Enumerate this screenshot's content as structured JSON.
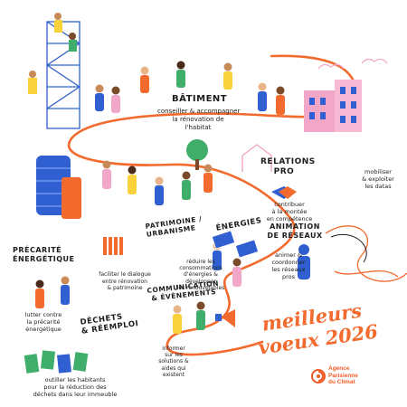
{
  "colors": {
    "path": "#f26a2e",
    "blue": "#2f5fd0",
    "pink": "#f3a7c8",
    "yellow": "#f7d23a",
    "green": "#3fae6a",
    "ink": "#1c1c1c",
    "brand": "#f05a28"
  },
  "sections": {
    "batiment": {
      "title": "BÂTIMENT",
      "desc": [
        "conseiller & accompagner",
        "la rénovation de",
        "l'habitat"
      ]
    },
    "relations": {
      "title": [
        "RELATIONS",
        "PRO"
      ],
      "desc": [
        "contribuer",
        "à la montée",
        "en compétence"
      ]
    },
    "mobiliser": {
      "desc": [
        "mobiliser",
        "& exploiter",
        "les datas"
      ]
    },
    "patrimoine": {
      "title": [
        "PATRIMOINE /",
        "URBANISME"
      ],
      "desc": [
        "faciliter le dialogue",
        "entre rénovation",
        "& patrimoine"
      ]
    },
    "energies": {
      "title": "ÉNERGIES",
      "desc": [
        "réduire les",
        "consommations",
        "d'énergies &",
        "développer",
        "les renouvelables"
      ]
    },
    "reseaux": {
      "title": [
        "ANIMATION",
        "DE RÉSEAUX"
      ],
      "desc": [
        "animer &",
        "coordonner",
        "les réseaux",
        "pros"
      ]
    },
    "precarite": {
      "title": [
        "PRÉCARITÉ",
        "ÉNERGÉTIQUE"
      ],
      "desc": [
        "lutter contre",
        "la précarité",
        "énergétique"
      ]
    },
    "dechets": {
      "title": [
        "DÉCHETS",
        "& RÉEMPLOI"
      ],
      "desc": [
        "outiller les habitants",
        "pour la réduction des",
        "déchets dans leur immeuble"
      ]
    },
    "communication": {
      "title": [
        "COMMUNICATION",
        "& ÉVÈNEMENTS"
      ],
      "desc": [
        "informer",
        "sur les",
        "solutions &",
        "aides qui",
        "existent"
      ]
    }
  },
  "greeting": {
    "line1": "meilleurs",
    "line2": "voeux 2026"
  },
  "brand": {
    "name": [
      "Agence",
      "Parisienne",
      "du Climat"
    ],
    "logo_icon": "apc-swirl-icon"
  }
}
